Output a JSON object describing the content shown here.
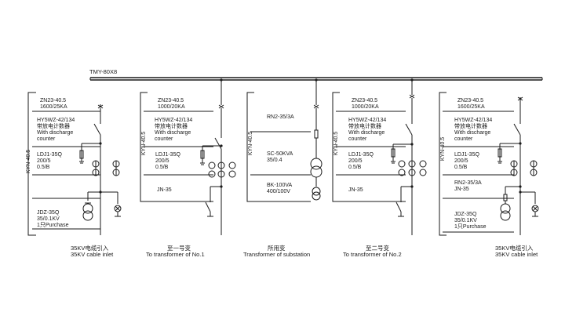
{
  "busbar": {
    "label": "TMY-80X8"
  },
  "panels": [
    {
      "cabinet": "KYN-40.5",
      "spec_lines": [
        "ZN23-40.5",
        "1600/25KA",
        "HY5WZ-42/134",
        "带放电计数器",
        "With discharge",
        "counter",
        "LDJ1-35Q",
        "200/5",
        "0.5/B",
        "JDZ-35Q",
        "35/0.1KV",
        "1只Purchase"
      ],
      "caption": [
        "35KV电缆引入",
        "35KV cable inlet"
      ]
    },
    {
      "cabinet": "KYN-40.5",
      "spec_lines": [
        "ZN23-40.5",
        "1000/20KA",
        "HY5WZ-42/134",
        "带放电计数器",
        "With discharge",
        "counter",
        "LDJ1-35Q",
        "200/5",
        "0.5/B",
        "JN-35"
      ],
      "caption": [
        "至一号变",
        "To transformer of No.1"
      ]
    },
    {
      "cabinet": "KYN-40.5",
      "spec_lines": [
        "RN2-35/3A",
        "SC-50KVA",
        "35/0.4",
        "BK-100VA",
        "400/100V"
      ],
      "caption": [
        "所用变",
        "Transformer of substation"
      ]
    },
    {
      "cabinet": "KYN-40.5",
      "spec_lines": [
        "ZN23-40.5",
        "1000/20KA",
        "HY5WZ-42/134",
        "带放电计数器",
        "With discharge",
        "counter",
        "LDJ1-35Q",
        "200/5",
        "0.5/B",
        "JN-35"
      ],
      "caption": [
        "至二号变",
        "To transformer of No.2"
      ]
    },
    {
      "cabinet": "KYN-40.5",
      "spec_lines": [
        "ZN23-40.5",
        "1600/25KA",
        "HY5WZ-42/134",
        "带放电计数器",
        "With discharge",
        "counter",
        "LDJ1-35Q",
        "200/5",
        "0.5/B",
        "RN2-35/3A",
        "JN-35",
        "JDZ-35Q",
        "35/0.1KV",
        "1只Purchase"
      ],
      "caption": [
        "35KV电缆引入",
        "35KV cable inlet"
      ]
    }
  ]
}
